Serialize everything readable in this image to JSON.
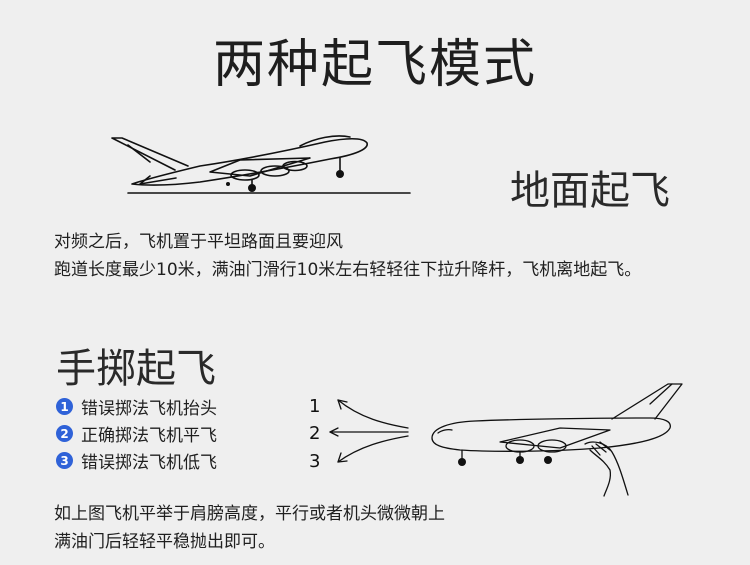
{
  "title": "两种起飞模式",
  "ground": {
    "heading": "地面起飞",
    "lines": [
      "对频之后，飞机置于平坦路面且要迎风",
      "跑道长度最少10米，满油门滑行10米左右轻轻往下拉升降杆，飞机离地起飞。"
    ]
  },
  "hand": {
    "heading": "手掷起飞",
    "options": [
      {
        "badge": "1",
        "label": "错误掷法飞机抬头"
      },
      {
        "badge": "2",
        "label": "正确掷法飞机平飞"
      },
      {
        "badge": "3",
        "label": "错误掷法飞机低飞"
      }
    ],
    "arrow_numbers": [
      "1",
      "2",
      "3"
    ],
    "lines": [
      "如上图飞机平举于肩膀高度，平行或者机头微微朝上",
      "满油门后轻轻平稳抛出即可。"
    ]
  },
  "colors": {
    "badge": "#2f62d8",
    "background": "#efefef"
  },
  "icons": [
    "plane-on-runway-illustration",
    "hand-throwing-plane-illustration",
    "curved-arrow-icon"
  ]
}
